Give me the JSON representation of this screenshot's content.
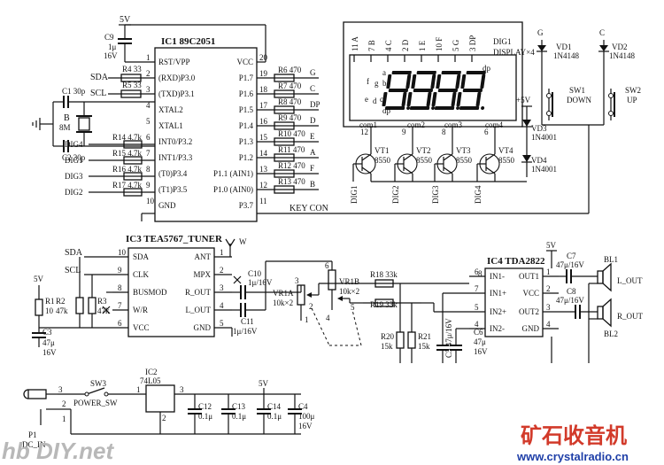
{
  "labels": {
    "v5_top": "5V",
    "c9": "C9",
    "c9_val": "1μ",
    "c9_v": "16V",
    "sda1": "SDA",
    "scl1": "SCL",
    "r4": "R4 33",
    "r5": "R5 33",
    "c1": "C1 30p",
    "c2": "C2 30p",
    "b": "B",
    "b_val": "8M",
    "dig4": "DIG4",
    "dig1": "DIG1",
    "dig3": "DIG3",
    "dig2": "DIG2",
    "r14": "R14 4.7k",
    "r15": "R15 4.7k",
    "r16": "R16 4.7k",
    "r17": "R17 4.7k",
    "ic1_title": "IC1 89C2051",
    "ic1_pins_left": [
      "RST/VPP",
      "(RXD)P3.0",
      "(TXD)P3.1",
      "XTAL2",
      "XTAL1",
      "INT0/P3.2",
      "INT1/P3.3",
      "(T0)P3.4",
      "(T1)P3.5",
      "GND"
    ],
    "ic1_pins_left_num": [
      "1",
      "2",
      "3",
      "4",
      "5",
      "6",
      "7",
      "8",
      "9",
      "10"
    ],
    "ic1_pins_right": [
      "VCC",
      "P1.7",
      "P1.6",
      "P1.5",
      "P1.4",
      "P1.3",
      "P1.2",
      "P1.1 (AIN1)",
      "P1.0 (AIN0)",
      "P3.7"
    ],
    "ic1_pins_right_num": [
      "20",
      "19",
      "18",
      "17",
      "16",
      "15",
      "14",
      "13",
      "12",
      "11"
    ],
    "seg_res": [
      "R6 470",
      "R7 470",
      "R8 470",
      "R9 470",
      "R10 470",
      "R11 470",
      "R12 470",
      "R13 470"
    ],
    "seg_names": [
      "G",
      "C",
      "DP",
      "D",
      "E",
      "A",
      "F",
      "B"
    ],
    "key_con": "KEY CON",
    "disp_pins": [
      "11 A",
      "7 B",
      "4 C",
      "2 D",
      "1 E",
      "10 F",
      "5 G",
      "3 DP"
    ],
    "digit_text": "8888",
    "dig1_title": "DIG1",
    "display_x4": "DISPLAY×4",
    "seg_letters": [
      "a",
      "f",
      "g",
      "b",
      "e",
      "d",
      "c",
      "dp",
      "dp"
    ],
    "com": [
      "com1",
      "com2",
      "com3",
      "com4"
    ],
    "com_pins": [
      "12",
      "9",
      "8",
      "6"
    ],
    "vt": [
      "VT1",
      "VT2",
      "VT3",
      "VT4"
    ],
    "vt_type": "8550",
    "dig_bottom": [
      "DIG1",
      "DIG2",
      "DIG3",
      "DIG4"
    ],
    "v5_plus": "+5V",
    "vd1": "VD1",
    "vd1_t": "1N4148",
    "vd2": "VD2",
    "vd2_t": "1N4148",
    "vd3": "VD3",
    "vd3_t": "1N4001",
    "vd4": "VD4",
    "vd4_t": "1N4001",
    "g_lbl": "G",
    "c_lbl": "C",
    "sw1": "SW1",
    "sw1_t": "DOWN",
    "sw2": "SW2",
    "sw2_t": "UP",
    "ic3_title": "IC3 TEA5767_TUNER",
    "ic3_pins_left": [
      "SDA",
      "CLK",
      "BUSMOD",
      "W/R",
      "VCC"
    ],
    "ic3_pins_left_num": [
      "10",
      "9",
      "8",
      "7",
      "6"
    ],
    "ic3_pins_right": [
      "ANT",
      "MPX",
      "R_OUT",
      "L_OUT",
      "GND"
    ],
    "ic3_pins_right_num": [
      "1",
      "2",
      "3",
      "4",
      "5"
    ],
    "sda2": "SDA",
    "scl2": "SCL",
    "v5_left": "5V",
    "r1": "R1",
    "r1_v": "10",
    "r2": "R2",
    "r2_v": "47k",
    "r3": "R3",
    "r3_v": "47k",
    "c3": "C3",
    "c3_v": "47μ",
    "c3_vv": "16V",
    "c10": "C10",
    "c10_v": "1μ/16V",
    "c11": "C11",
    "c11_v": "1μ/16V",
    "vr1a": "VR1A",
    "vr1a_v": "10k×2",
    "vr1b": "VR1B",
    "vr1b_v": "10k×2",
    "r18": "R18 33k",
    "r19": "R19 33k",
    "r20": "R20",
    "r20_v": "15k",
    "r21": "R21",
    "r21_v": "15k",
    "c5": "C5 47μ/16V",
    "c6": "C6",
    "c6_v": "47μ",
    "c6_vv": "16V",
    "ic4_title": "IC4 TDA2822",
    "ic4_pins_left": [
      "IN1-",
      "IN1+",
      "IN2+",
      "IN2-"
    ],
    "ic4_pins_left_num": [
      "6",
      "7",
      "5",
      "4"
    ],
    "ic4_pins_right": [
      "OUT1",
      "VCC",
      "OUT2",
      "GND"
    ],
    "ic4_pins_right_num": [
      "1",
      "2",
      "3",
      "4"
    ],
    "ic4_top_pin": "8",
    "v5_ic4": "5V",
    "c7": "C7",
    "c7_v": "47μ/16V",
    "c8": "C8",
    "c8_v": "47μ/16V",
    "bl1": "BL1",
    "bl2": "BL2",
    "l_out": "L_OUT",
    "r_out": "R_OUT",
    "sw3": "SW3",
    "power_sw": "POWER_SW",
    "ic2": "IC2",
    "ic2_t": "74L05",
    "c12": "C12",
    "c12_v": "0.1μ",
    "c13": "C13",
    "c13_v": "0.1μ",
    "c14": "C14",
    "c14_v": "0.1μ",
    "c4": "C4",
    "c4_v": "100μ",
    "c4_vv": "16V",
    "v5_bottom": "5V",
    "p1": "P1",
    "dc_in": "DC_IN",
    "num_1": "1",
    "num_2": "2",
    "num_3": "3",
    "num_4": "4",
    "num_5": "5",
    "num_6": "6",
    "wm_left": "hb DIY.net",
    "wm_right_cn": "矿石收音机",
    "wm_right_url": "www.crystalradio.cn"
  }
}
